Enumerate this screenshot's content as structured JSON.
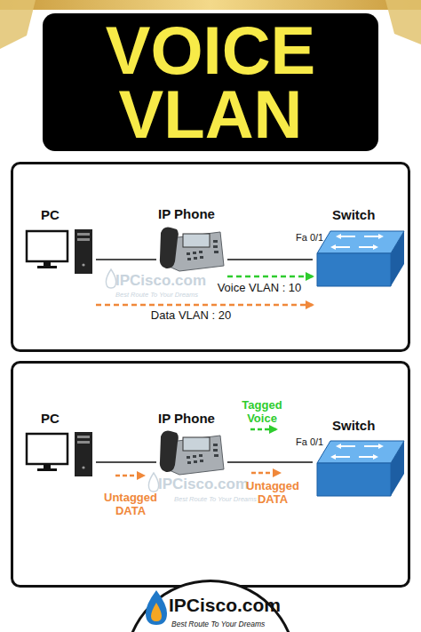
{
  "diagram": {
    "title": "VOICE VLAN",
    "nodes": [
      {
        "text": [
          "PC"
        ]
      },
      {
        "text": [
          "IP Phone"
        ]
      },
      {
        "text": [
          "Switch"
        ]
      },
      {
        "text": [
          "PC"
        ]
      },
      {
        "text": [
          "IP Phone"
        ]
      },
      {
        "text": [
          "Switch"
        ]
      },
      {
        "text": [
          "IPCisco.com",
          "Best Route To Your Dreams"
        ]
      }
    ],
    "edges": [
      {
        "from": 0,
        "to": 1,
        "arrow": "none"
      },
      {
        "from": 1,
        "to": 2,
        "arrow": "none"
      },
      {
        "from": 1,
        "to": 2,
        "label": "Voice VLAN : 10",
        "arrow": "to"
      },
      {
        "from": 0,
        "to": 2,
        "label": "Data VLAN : 20",
        "arrow": "to"
      },
      {
        "from": 3,
        "to": 4,
        "arrow": "none"
      },
      {
        "from": 4,
        "to": 5,
        "arrow": "none"
      }
    ],
    "labels": [
      "Fa 0/1",
      "IPCisco.com",
      "Best Route To Your Dreams",
      "Tagged Voice",
      "Fa 0/1",
      "IPCisco.com",
      "Untagged DATA",
      "Untagged DATA",
      "Best Route To Your Dreams"
    ]
  }
}
